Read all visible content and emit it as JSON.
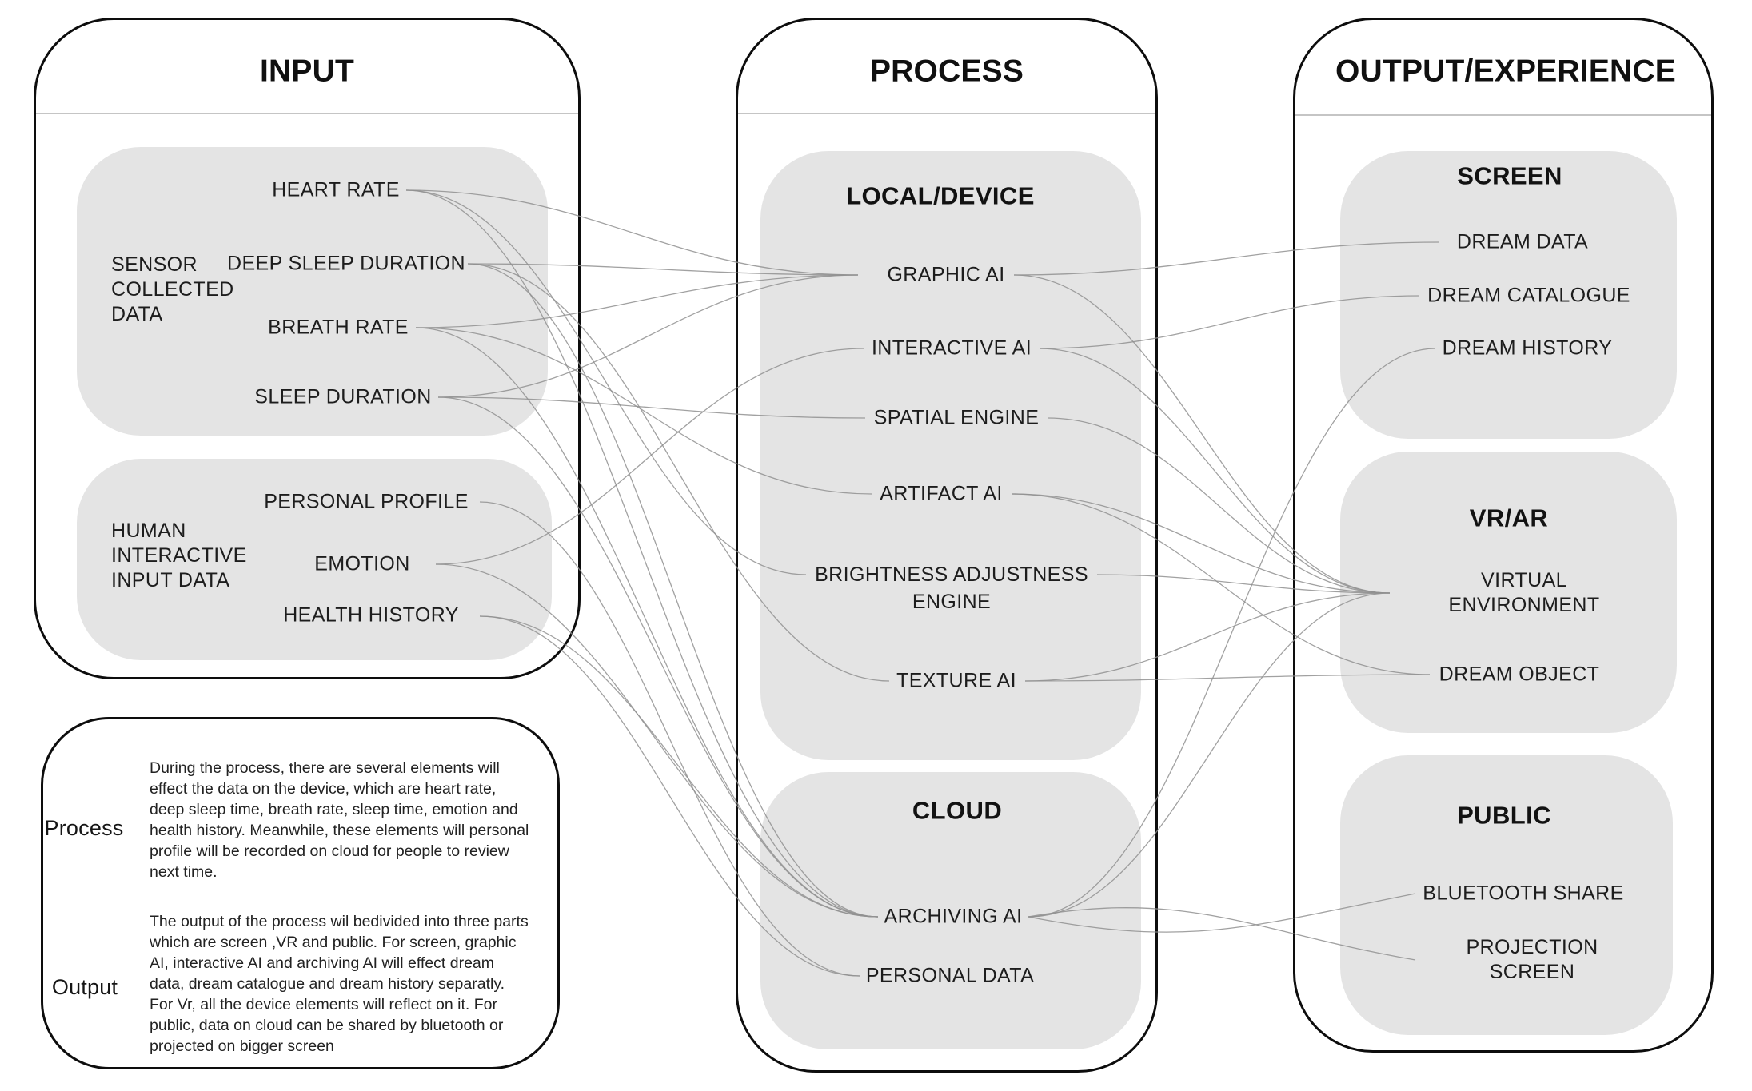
{
  "meta": {
    "bg_color": "#ffffff",
    "panel_border_color": "#0d0d0d",
    "gray_box_color": "#e4e4e4",
    "divider_color": "#c5c5c5",
    "line_color": "#909090",
    "text_color": "#1d1d1d"
  },
  "columns": {
    "input": {
      "title": "INPUT"
    },
    "process": {
      "title": "PROCESS"
    },
    "output": {
      "title": "OUTPUT/EXPERIENCE"
    }
  },
  "groups": {
    "sensor": {
      "label": "SENSOR\nCOLLECTED\nDATA"
    },
    "human": {
      "label": "HUMAN\nINTERACTIVE\nINPUT DATA"
    },
    "local": {
      "title": "LOCAL/DEVICE"
    },
    "cloud": {
      "title": "CLOUD"
    },
    "screen": {
      "title": "SCREEN"
    },
    "vrar": {
      "title": "VR/AR"
    },
    "public": {
      "title": "PUBLIC"
    }
  },
  "notes": {
    "process_label": "Process",
    "process_text": "During the process, there are several elements will effect the data on the device, which are heart rate, deep sleep time, breath rate, sleep time, emotion and health history. Meanwhile, these elements will personal profile will be recorded on cloud for people to review next time.",
    "output_label": "Output",
    "output_text": "The output of the process wil bedivided into three parts which are screen ,VR and public. For screen, graphic AI, interactive AI and archiving AI will effect dream data, dream catalogue and dream history separatly. For Vr, all the device elements will reflect on it. For public, data on cloud can be shared by bluetooth or projected on bigger screen"
  },
  "diagram": {
    "nodes": {
      "heart_rate": {
        "label": "HEART RATE",
        "out": [
          508,
          238
        ]
      },
      "deep_sleep_duration": {
        "label": "DEEP SLEEP DURATION",
        "out": [
          585,
          330
        ]
      },
      "breath_rate": {
        "label": "BREATH RATE",
        "out": [
          520,
          410
        ]
      },
      "sleep_duration": {
        "label": "SLEEP DURATION",
        "out": [
          548,
          497
        ]
      },
      "personal_profile": {
        "label": "PERSONAL PROFILE",
        "out": [
          600,
          628
        ]
      },
      "emotion": {
        "label": "EMOTION",
        "out": [
          545,
          706
        ]
      },
      "health_history": {
        "label": "HEALTH HISTORY",
        "out": [
          600,
          771
        ]
      },
      "graphic_ai": {
        "label": "GRAPHIC AI",
        "in": [
          1073,
          344
        ],
        "out": [
          1268,
          344
        ]
      },
      "interactive_ai": {
        "label": "INTERACTIVE AI",
        "in": [
          1080,
          436
        ],
        "out": [
          1300,
          436
        ]
      },
      "spatial_engine": {
        "label": "SPATIAL ENGINE",
        "in": [
          1082,
          523
        ],
        "out": [
          1310,
          523
        ]
      },
      "artifact_ai": {
        "label": "ARTIFACT AI",
        "in": [
          1090,
          618
        ],
        "out": [
          1265,
          618
        ]
      },
      "brightness_engine": {
        "label": "BRIGHTNESS ADJUSTNESS\nENGINE",
        "in": [
          1008,
          719
        ],
        "out": [
          1372,
          719
        ]
      },
      "texture_ai": {
        "label": "TEXTURE AI",
        "in": [
          1112,
          852
        ],
        "out": [
          1282,
          852
        ]
      },
      "archiving_ai": {
        "label": "ARCHIVING AI",
        "in": [
          1098,
          1147
        ],
        "out": [
          1286,
          1147
        ]
      },
      "personal_data": {
        "label": "PERSONAL DATA",
        "in": [
          1075,
          1221
        ],
        "out": [
          1300,
          1221
        ]
      },
      "dream_data": {
        "label": "DREAM DATA",
        "in": [
          1800,
          303
        ]
      },
      "dream_catalogue": {
        "label": "DREAM CATALOGUE",
        "in": [
          1775,
          370
        ]
      },
      "dream_history": {
        "label": "DREAM HISTORY",
        "in": [
          1795,
          436
        ]
      },
      "virtual_environment": {
        "label": "VIRTUAL ENVIRONMENT",
        "in": [
          1738,
          742
        ]
      },
      "dream_object": {
        "label": "DREAM OBJECT",
        "in": [
          1788,
          844
        ]
      },
      "bluetooth_share": {
        "label": "BLUETOOTH SHARE",
        "in": [
          1770,
          1118
        ]
      },
      "projection_screen": {
        "label": "PROJECTION SCREEN",
        "in": [
          1770,
          1201
        ]
      }
    },
    "edges": [
      [
        "heart_rate",
        "graphic_ai"
      ],
      [
        "heart_rate",
        "brightness_engine"
      ],
      [
        "heart_rate",
        "archiving_ai"
      ],
      [
        "deep_sleep_duration",
        "graphic_ai"
      ],
      [
        "deep_sleep_duration",
        "texture_ai"
      ],
      [
        "deep_sleep_duration",
        "archiving_ai"
      ],
      [
        "breath_rate",
        "graphic_ai"
      ],
      [
        "breath_rate",
        "artifact_ai"
      ],
      [
        "breath_rate",
        "archiving_ai"
      ],
      [
        "sleep_duration",
        "graphic_ai"
      ],
      [
        "sleep_duration",
        "spatial_engine"
      ],
      [
        "sleep_duration",
        "archiving_ai"
      ],
      [
        "emotion",
        "interactive_ai"
      ],
      [
        "emotion",
        "archiving_ai"
      ],
      [
        "health_history",
        "archiving_ai"
      ],
      [
        "health_history",
        "personal_data"
      ],
      [
        "personal_profile",
        "personal_data"
      ],
      [
        "graphic_ai",
        "dream_data"
      ],
      [
        "graphic_ai",
        "virtual_environment"
      ],
      [
        "interactive_ai",
        "dream_catalogue"
      ],
      [
        "interactive_ai",
        "virtual_environment"
      ],
      [
        "spatial_engine",
        "virtual_environment"
      ],
      [
        "artifact_ai",
        "virtual_environment"
      ],
      [
        "artifact_ai",
        "dream_object"
      ],
      [
        "brightness_engine",
        "virtual_environment"
      ],
      [
        "texture_ai",
        "virtual_environment"
      ],
      [
        "texture_ai",
        "dream_object"
      ],
      [
        "archiving_ai",
        "dream_history"
      ],
      [
        "archiving_ai",
        "virtual_environment"
      ],
      [
        "archiving_ai",
        "bluetooth_share",
        40
      ],
      [
        "archiving_ai",
        "projection_screen",
        -35
      ]
    ]
  }
}
